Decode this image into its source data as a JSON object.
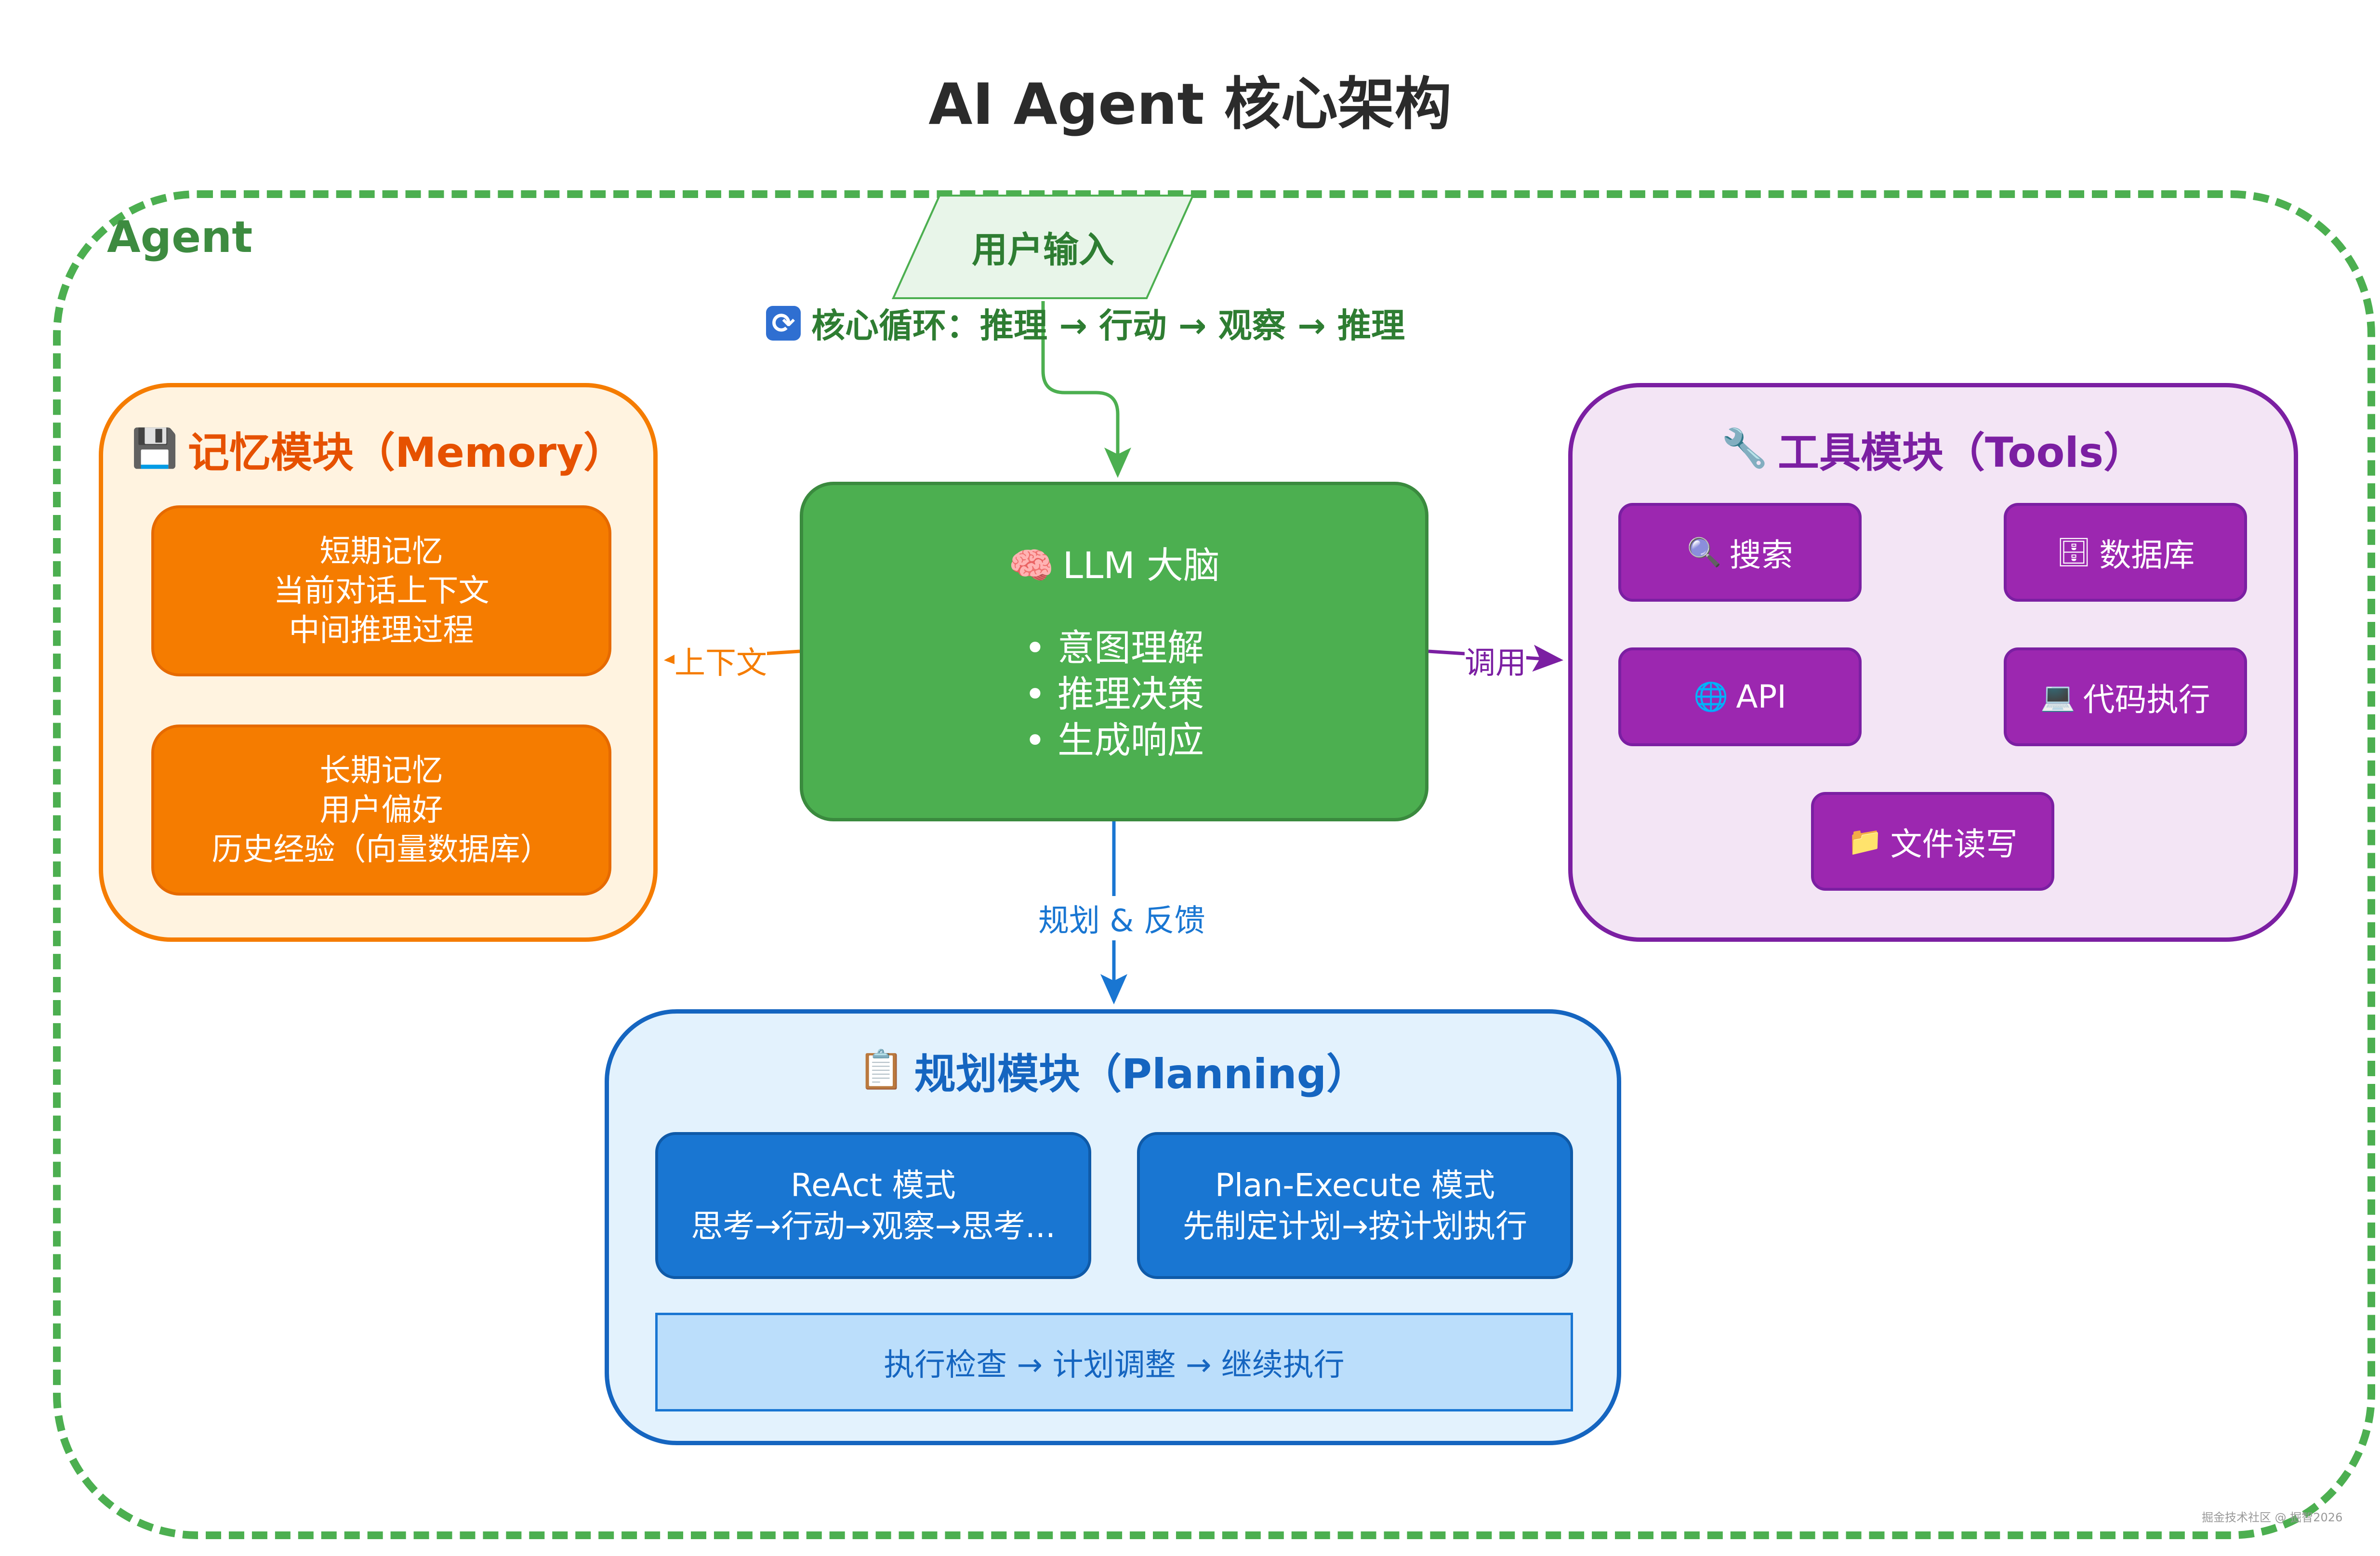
{
  "title": "AI Agent 核心架构",
  "agent_label": "Agent",
  "user_input": "用户输入",
  "core_loop": "核心循环：推理 → 行动 → 观察 → 推理",
  "memory": {
    "title": "记忆模块（Memory）",
    "icon": "floppy-disk-icon",
    "short_term": [
      "短期记忆",
      "当前对话上下文",
      "中间推理过程"
    ],
    "long_term": [
      "长期记忆",
      "用户偏好",
      "历史经验（向量数据库）"
    ]
  },
  "llm": {
    "title": "LLM 大脑",
    "icon": "brain-icon",
    "items": [
      "• 意图理解",
      "• 推理决策",
      "• 生成响应"
    ]
  },
  "tools": {
    "title": "工具模块（Tools）",
    "icon": "wrench-icon",
    "items": [
      {
        "label": "搜索",
        "icon": "magnifier-icon"
      },
      {
        "label": "数据库",
        "icon": "file-cabinet-icon"
      },
      {
        "label": "API",
        "icon": "globe-icon"
      },
      {
        "label": "代码执行",
        "icon": "laptop-icon"
      },
      {
        "label": "文件读写",
        "icon": "folder-icon"
      }
    ]
  },
  "planning": {
    "title": "规划模块（Planning）",
    "icon": "clipboard-icon",
    "react": [
      "ReAct 模式",
      "思考→行动→观察→思考..."
    ],
    "plan_execute": [
      "Plan-Execute 模式",
      "先制定计划→按计划执行"
    ],
    "exec_bar": "执行检查 → 计划调整 → 继续执行"
  },
  "edges": {
    "context": "上下文",
    "call": "调用",
    "plan_feedback": "规划 & 反馈"
  },
  "colors": {
    "green": "#4caf50",
    "orange": "#f57c00",
    "purple": "#9c27b0",
    "blue": "#1976d2"
  },
  "watermark": "掘金技术社区 @ 掘智2026"
}
